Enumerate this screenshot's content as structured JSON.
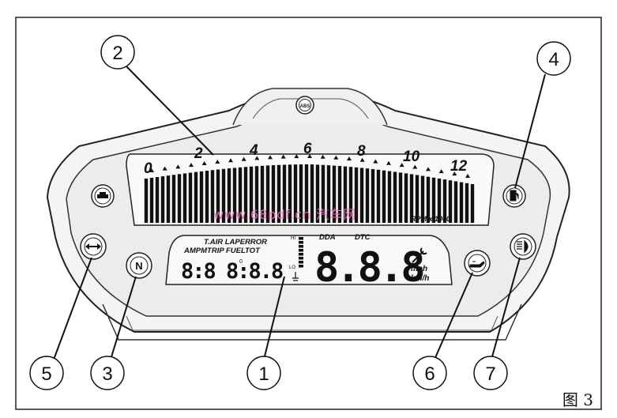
{
  "figure": {
    "caption": "图 3",
    "watermark": "www.68pdf.cn 汽车网"
  },
  "tachometer": {
    "scale_labels": [
      "0",
      "2",
      "4",
      "6",
      "8",
      "10",
      "12"
    ],
    "unit_label": "RPM x 1000"
  },
  "lcd": {
    "labels_row1": "T.AIR LAPERROR",
    "labels_row2": "AMPMTRIP FUELTOT",
    "small_digits": "8:8 8:8.8",
    "small_zero": "0",
    "temp_hi": "HI",
    "temp_lo": "LO",
    "dda": "DDA",
    "dtc": "DTC",
    "big_digits": "8.8.8",
    "unit_mph": "mph",
    "unit_kmh": "km/h"
  },
  "abs_label": "ABS",
  "neutral_label": "N",
  "callouts": [
    "1",
    "2",
    "3",
    "4",
    "5",
    "6",
    "7"
  ]
}
